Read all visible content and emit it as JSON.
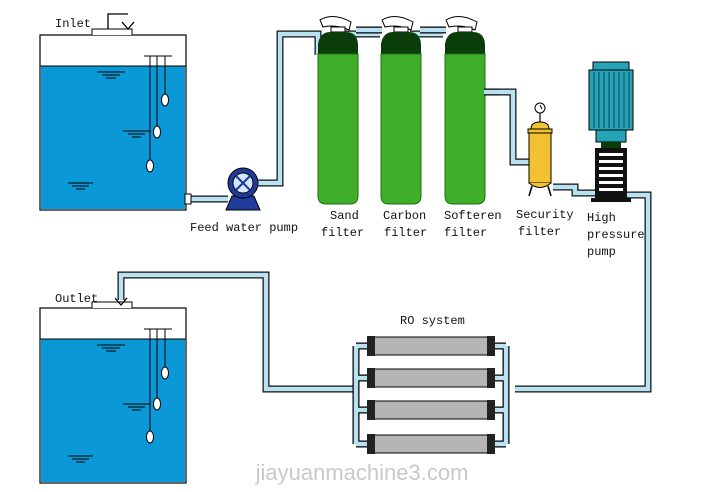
{
  "labels": {
    "inlet": "Inlet",
    "outlet": "Outlet",
    "feed_pump": "Feed water pump",
    "sand_1": "Sand",
    "sand_2": "filter",
    "carbon_1": "Carbon",
    "carbon_2": "filter",
    "softener_1": "Softeren",
    "softener_2": "filter",
    "security_1": "Security",
    "security_2": "filter",
    "hp_1": "High",
    "hp_2": "pressure",
    "hp_3": "pump",
    "ro": "RO system"
  },
  "watermark": "jiayuanmachine3.com",
  "colors": {
    "water": "#0a99d6",
    "pipe": "#b8e2f2",
    "filter_body": "#3fae29",
    "filter_cap": "#0b3d0b",
    "security_filter": "#f2c230",
    "pump_blue": "#1f3c9c",
    "hp_motor": "#27a3b8",
    "ro_membrane": "#b5b5b5"
  }
}
